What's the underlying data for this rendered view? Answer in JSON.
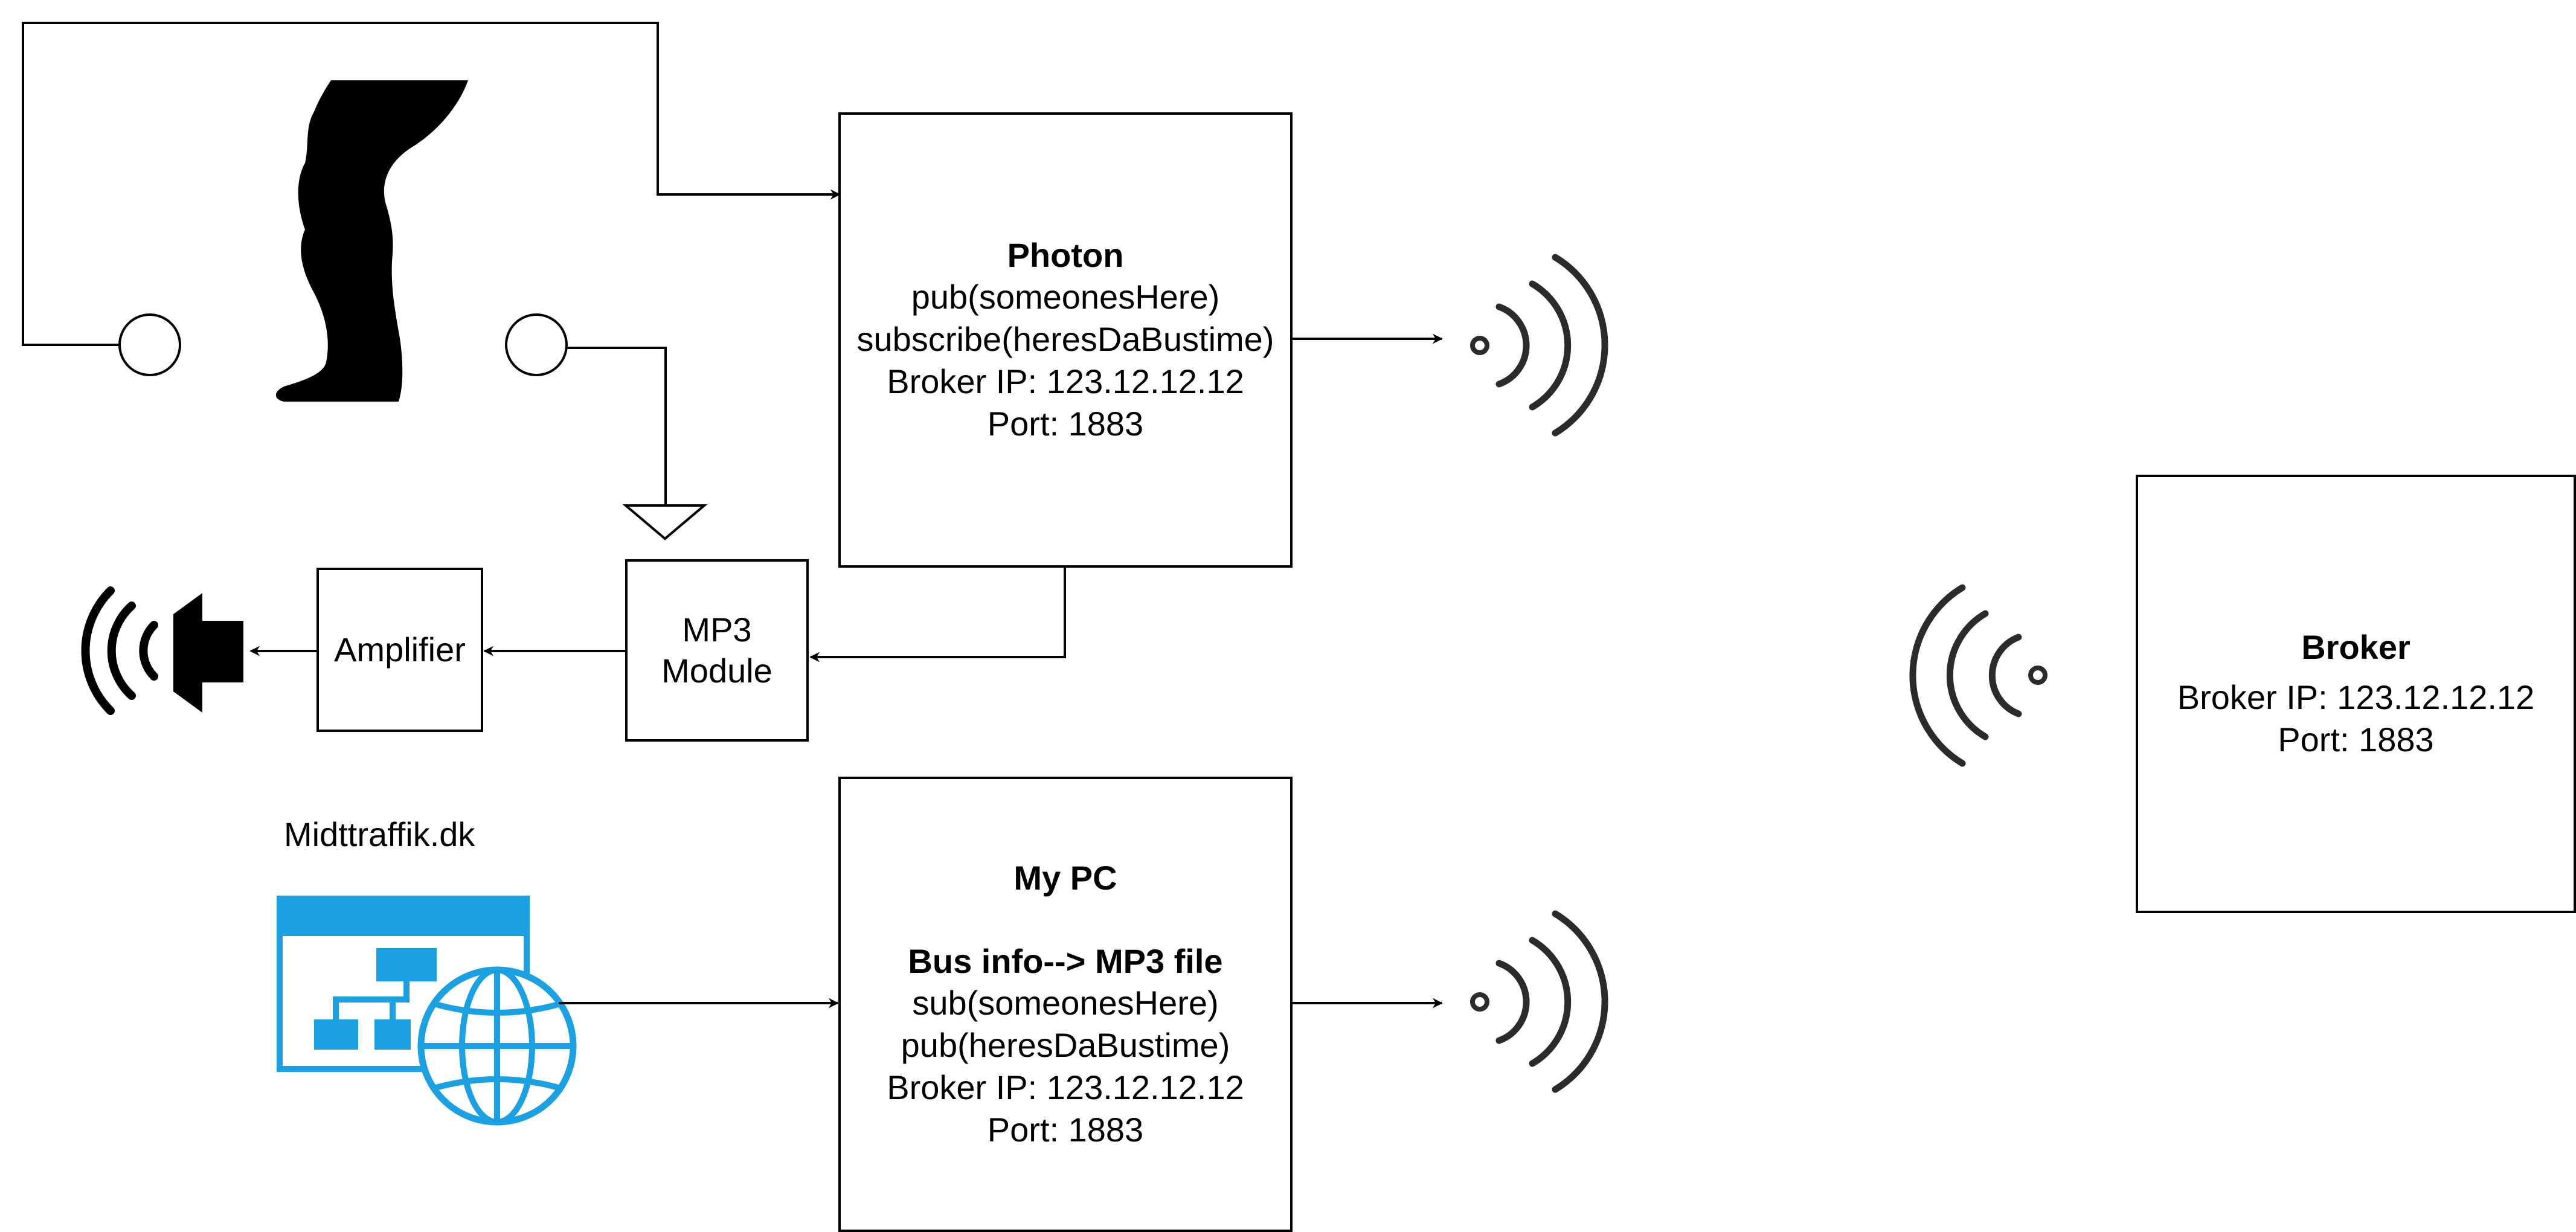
{
  "photon": {
    "title": "Photon",
    "lines": [
      "pub(someonesHere)",
      "subscribe(heresDaBustime)",
      "Broker IP: 123.12.12.12",
      "Port: 1883"
    ]
  },
  "mp3": {
    "lines": [
      "MP3",
      "Module"
    ]
  },
  "amplifier": {
    "label": "Amplifier"
  },
  "website": {
    "label": "Midttraffik.dk"
  },
  "pc": {
    "title": "My PC",
    "subtitle": "Bus info--> MP3 file",
    "lines": [
      "sub(someonesHere)",
      "pub(heresDaBustime)",
      "Broker IP: 123.12.12.12",
      "Port: 1883"
    ]
  },
  "broker": {
    "title": "Broker",
    "lines": [
      "Broker IP: 123.12.12.12",
      "Port: 1883"
    ]
  },
  "icons": [
    "leg-icon",
    "speaker-icon",
    "wifi-signal-icon",
    "website-network-icon",
    "ground-symbol-icon"
  ],
  "colors": {
    "stroke": "#000000",
    "signal": "#2b2b2b",
    "web_icon": "#1ba1e2"
  }
}
